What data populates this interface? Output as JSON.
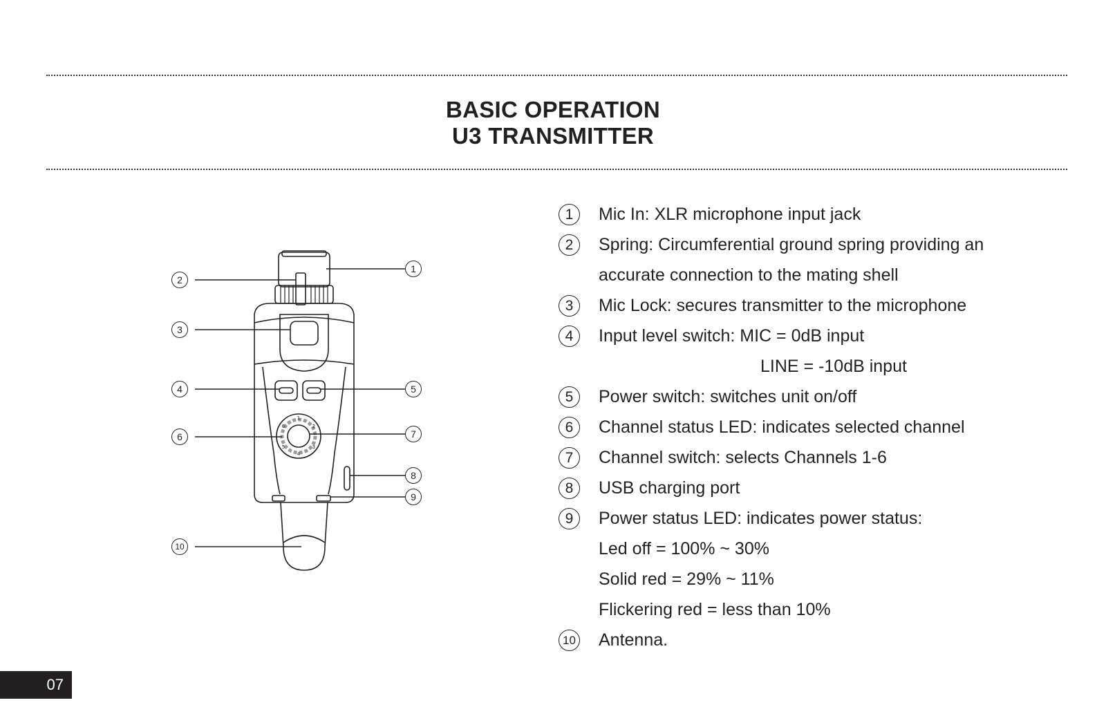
{
  "header": {
    "title_line1": "BASIC OPERATION",
    "title_line2": "U3 TRANSMITTER"
  },
  "diagram_callouts": [
    "①",
    "②",
    "③",
    "④",
    "⑤",
    "⑥",
    "⑦",
    "⑧",
    "⑨",
    "⑩"
  ],
  "diagram_channel_digits": [
    "1",
    "2",
    "3",
    "4",
    "5",
    "6"
  ],
  "items": [
    {
      "num": "1",
      "text": "Mic In: XLR microphone input jack"
    },
    {
      "num": "2",
      "text": "Spring: Circumferential ground spring providing an",
      "cont": "accurate connection to the mating shell"
    },
    {
      "num": "3",
      "text": "Mic Lock: secures transmitter to the microphone"
    },
    {
      "num": "4",
      "text": "Input level switch:  MIC = 0dB input",
      "cont": "LINE = -10dB input"
    },
    {
      "num": "5",
      "text": "Power switch: switches unit on/off"
    },
    {
      "num": "6",
      "text": "Channel status LED: indicates selected channel"
    },
    {
      "num": "7",
      "text": "Channel switch: selects Channels 1-6"
    },
    {
      "num": "8",
      "text": "USB charging port"
    },
    {
      "num": "9",
      "text": "Power status LED: indicates power status:",
      "sub": [
        "Led off = 100% ~ 30%",
        "Solid red = 29% ~ 11%",
        "Flickering red = less than 10%"
      ]
    },
    {
      "num": "10",
      "text": "Antenna."
    }
  ],
  "footer": {
    "page_number": "07"
  }
}
